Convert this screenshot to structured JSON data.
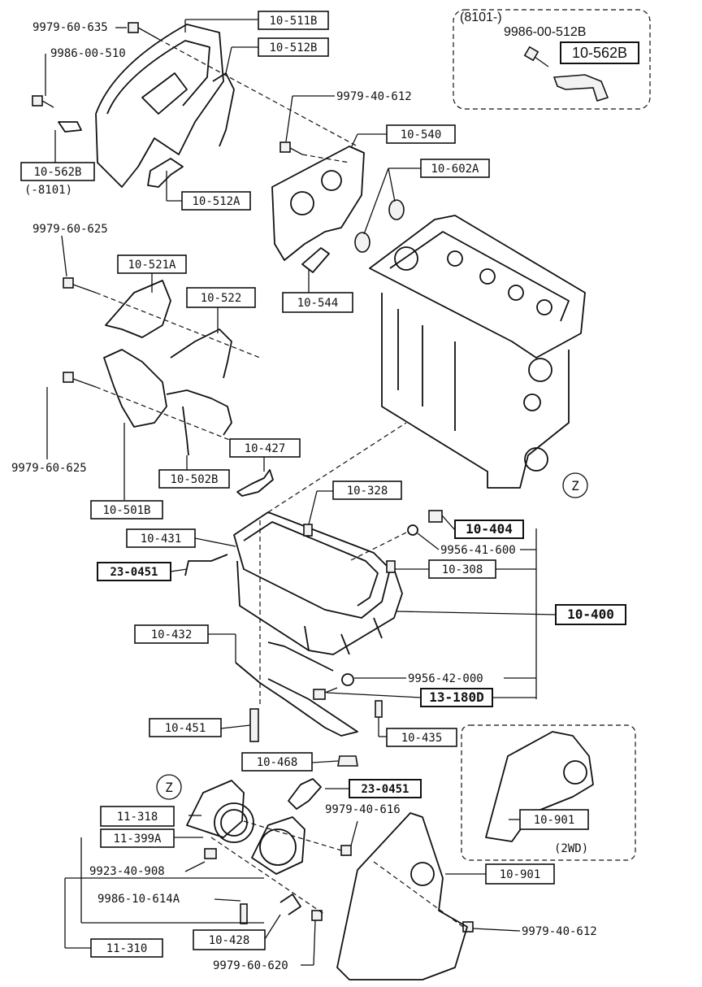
{
  "callouts": {
    "c10_511B": "10-511B",
    "c10_512B": "10-512B",
    "c10_562B_top": "10-562B",
    "c10_562B_left": "10-562B",
    "c10_512A": "10-512A",
    "c10_540": "10-540",
    "c10_602A": "10-602A",
    "c10_521A": "10-521A",
    "c10_522": "10-522",
    "c10_544": "10-544",
    "c10_427": "10-427",
    "c10_502B": "10-502B",
    "c10_501B": "10-501B",
    "c10_328": "10-328",
    "c10_404": "10-404",
    "c10_431": "10-431",
    "c23_0451_a": "23-0451",
    "c10_308": "10-308",
    "c10_400": "10-400",
    "c10_432": "10-432",
    "c13_180D": "13-180D",
    "c10_451": "10-451",
    "c10_435": "10-435",
    "c10_468": "10-468",
    "c23_0451_b": "23-0451",
    "c11_318": "11-318",
    "c11_399A": "11-399A",
    "c10_901_a": "10-901",
    "c10_901_b": "10-901",
    "c11_310": "11-310",
    "c10_428": "10-428"
  },
  "part_numbers": {
    "p9979_60_635": "9979-60-635",
    "p9986_00_510": "9986-00-510",
    "p9986_00_512B": "9986-00-512B",
    "p9979_40_612_a": "9979-40-612",
    "p9979_60_625_a": "9979-60-625",
    "p9979_60_625_b": "9979-60-625",
    "p9956_41_600": "9956-41-600",
    "p9956_42_000": "9956-42-000",
    "p9979_40_616": "9979-40-616",
    "p9923_40_908": "9923-40-908",
    "p9986_10_614A": "9986-10-614A",
    "p9979_40_612_b": "9979-40-612",
    "p9979_60_620": "9979-60-620"
  },
  "notes": {
    "serial_from": "(8101-)",
    "serial_to": "(-8101)",
    "drive_type": "(2WD)",
    "ref_z_1": "Z",
    "ref_z_2": "Z"
  }
}
